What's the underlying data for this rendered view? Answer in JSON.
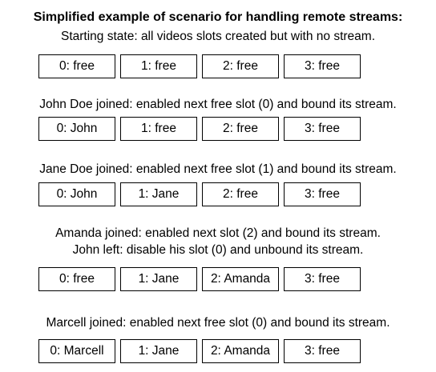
{
  "title": "Simplified example of scenario for handling remote streams:",
  "steps": [
    {
      "captions": [
        "Starting state: all videos slots created but with no stream."
      ],
      "slots": [
        "0: free",
        "1: free",
        "2: free",
        "3: free"
      ]
    },
    {
      "captions": [
        "John Doe joined: enabled next free slot (0) and bound its stream."
      ],
      "slots": [
        "0: John",
        "1: free",
        "2: free",
        "3: free"
      ]
    },
    {
      "captions": [
        "Jane Doe joined: enabled next free slot (1) and bound its stream."
      ],
      "slots": [
        "0: John",
        "1: Jane",
        "2: free",
        "3: free"
      ]
    },
    {
      "captions": [
        "Amanda joined: enabled next slot (2) and bound its stream.",
        "John left: disable his slot (0) and unbound its stream."
      ],
      "slots": [
        "0: free",
        "1: Jane",
        "2: Amanda",
        "3: free"
      ]
    },
    {
      "captions": [
        "Marcell joined: enabled next free slot (0) and bound its stream."
      ],
      "slots": [
        "0: Marcell",
        "1: Jane",
        "2: Amanda",
        "3: free"
      ]
    }
  ]
}
